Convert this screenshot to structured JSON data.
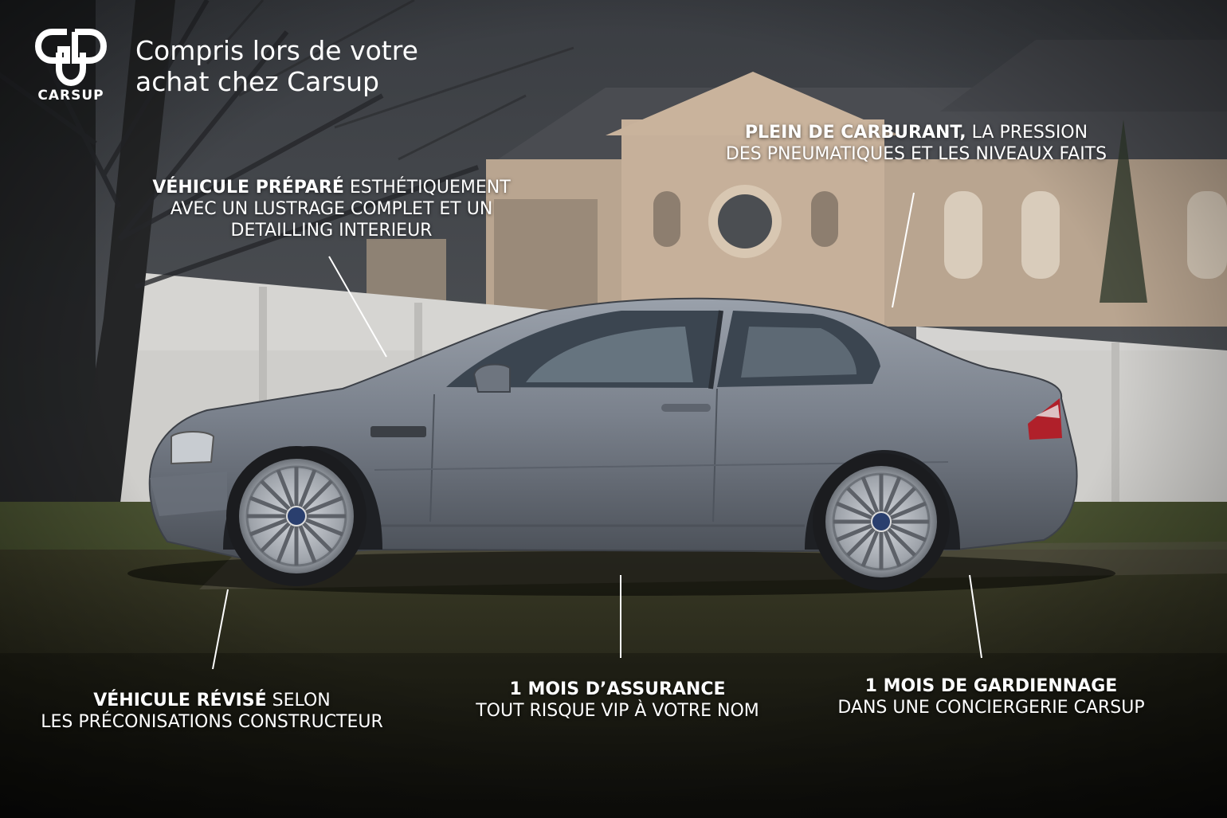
{
  "brand": {
    "name": "CARSUP",
    "colors": {
      "text": "#ffffff",
      "car": "#7c838e",
      "sky": "#3c3f44"
    }
  },
  "headline": {
    "line1": "Compris lors de votre",
    "line2": "achat chez Carsup"
  },
  "callouts": {
    "prepare": {
      "bold": "VÉHICULE PRÉPARÉ",
      "rest1": " ESTHÉTIQUEMENT",
      "line2": "AVEC UN LUSTRAGE COMPLET ET UN",
      "line3": "DETAILLING INTERIEUR"
    },
    "carburant": {
      "bold": "PLEIN DE CARBURANT,",
      "rest1": " LA PRESSION",
      "line2": "DES PNEUMATIQUES ET LES NIVEAUX FAITS"
    },
    "revise": {
      "bold": "VÉHICULE RÉVISÉ",
      "rest1": " SELON",
      "line2": "LES PRÉCONISATIONS CONSTRUCTEUR"
    },
    "assurance": {
      "bold": "1 MOIS D’ASSURANCE",
      "line2": "TOUT RISQUE VIP À VOTRE NOM"
    },
    "gardiennage": {
      "bold": "1 MOIS DE GARDIENNAGE",
      "line2": "DANS UNE CONCIERGERIE CARSUP"
    }
  }
}
